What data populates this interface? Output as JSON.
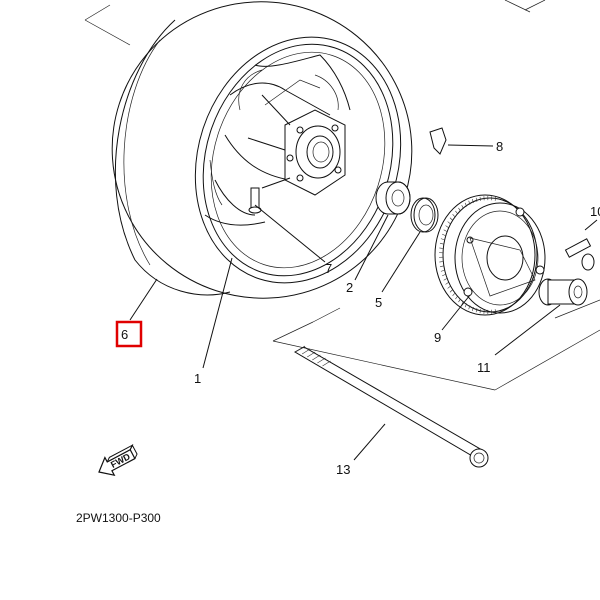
{
  "diagram": {
    "code": "2PW1300-P300",
    "fwd_label": "FWD",
    "highlight_color": "#e00000",
    "callouts": [
      {
        "id": "1",
        "label": "1"
      },
      {
        "id": "2",
        "label": "2"
      },
      {
        "id": "5",
        "label": "5"
      },
      {
        "id": "6",
        "label": "6",
        "highlighted": true
      },
      {
        "id": "7",
        "label": "7"
      },
      {
        "id": "8",
        "label": "8"
      },
      {
        "id": "9",
        "label": "9"
      },
      {
        "id": "10",
        "label": "10"
      },
      {
        "id": "11",
        "label": "11"
      },
      {
        "id": "13",
        "label": "13"
      }
    ]
  }
}
